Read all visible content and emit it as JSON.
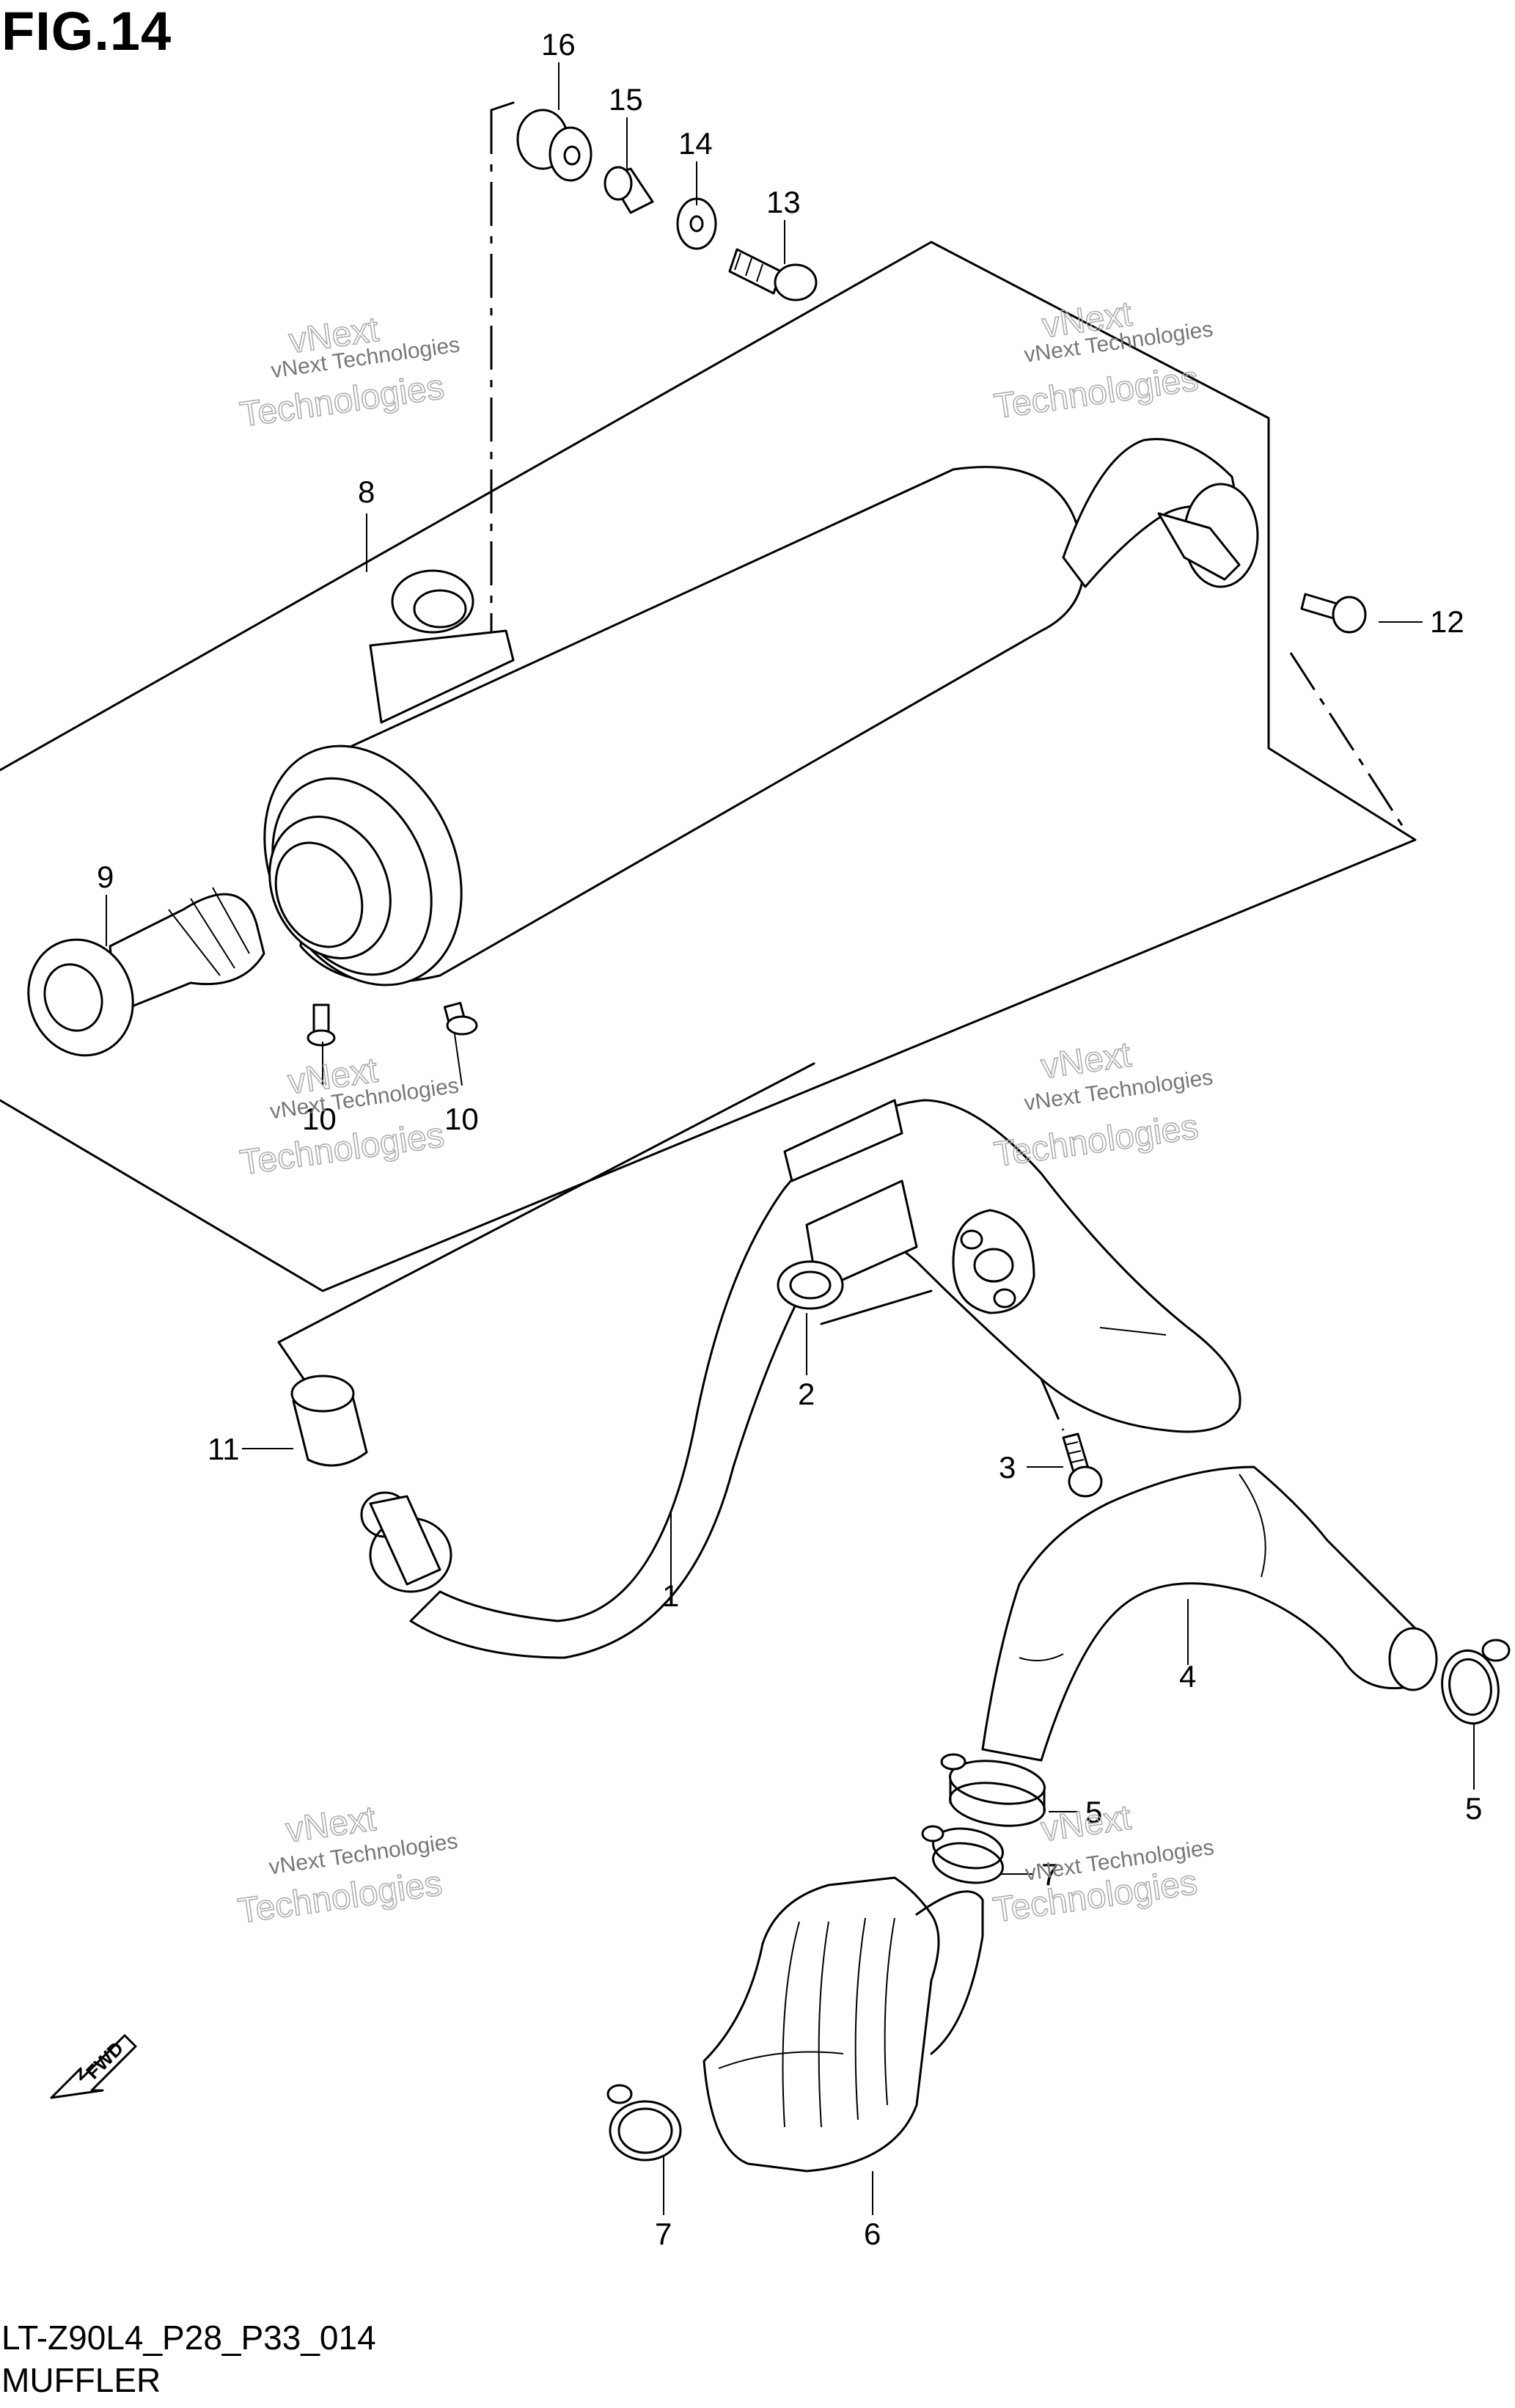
{
  "figure": {
    "title": "FIG.14",
    "code": "LT-Z90L4_P28_P33_014",
    "name": "MUFFLER"
  },
  "callouts": {
    "c1": "1",
    "c2": "2",
    "c3": "3",
    "c4": "4",
    "c5a": "5",
    "c5b": "5",
    "c6": "6",
    "c7a": "7",
    "c7b": "7",
    "c8": "8",
    "c9": "9",
    "c10a": "10",
    "c10b": "10",
    "c11": "11",
    "c12": "12",
    "c13": "13",
    "c14": "14",
    "c15": "15",
    "c16": "16"
  },
  "watermark": {
    "line1": "vNext",
    "line2": "vNext Technologies",
    "line3": "Technologies"
  },
  "fwd_label": "FWD",
  "colors": {
    "ink": "#000000",
    "background": "#ffffff",
    "watermark": "#777777"
  }
}
